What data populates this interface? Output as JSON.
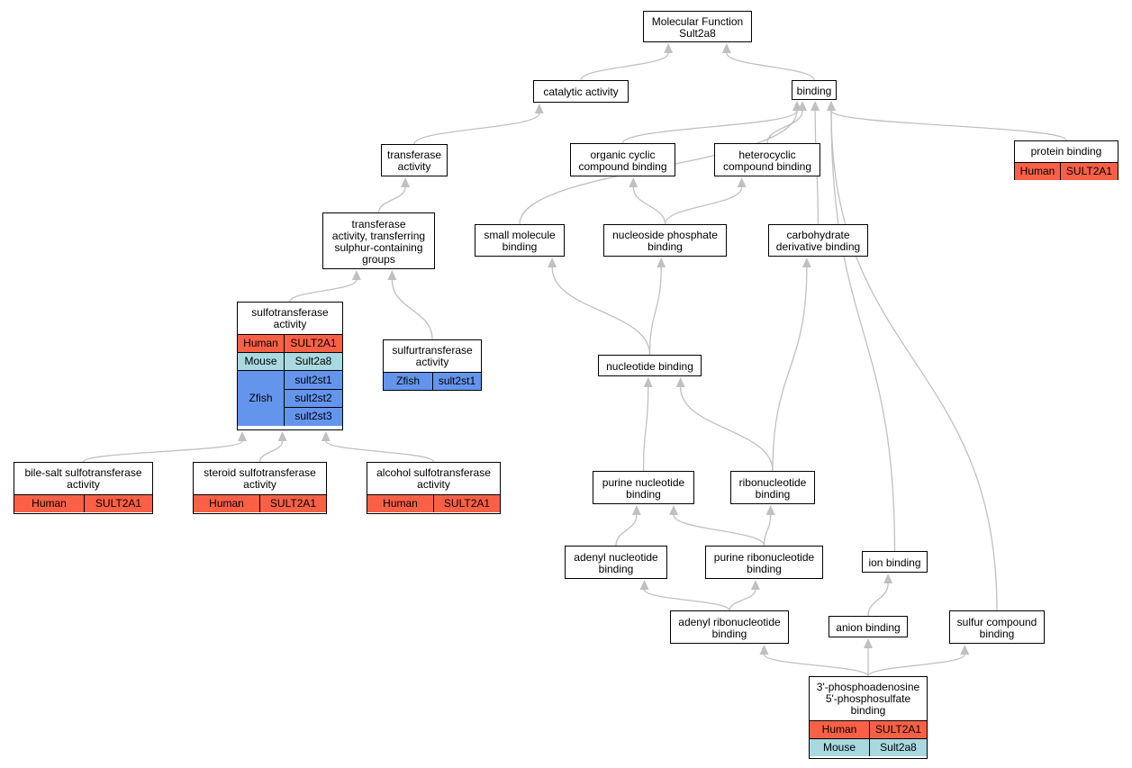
{
  "colors": {
    "edge": "#c0c0c0",
    "human": "#fa6046",
    "mouse": "#a8d8e0",
    "zfish": "#6495ed"
  },
  "nodes": {
    "root": {
      "label": "Molecular Function\nSult2a8"
    },
    "catalytic": {
      "label": "catalytic activity"
    },
    "binding": {
      "label": "binding"
    },
    "transferase": {
      "label": "transferase\nactivity"
    },
    "transferase_sulfur": {
      "label": "transferase\nactivity, transferring\nsulphur-containing\ngroups"
    },
    "sulfotransferase": {
      "label": "sulfotransferase\nactivity",
      "annotations": [
        {
          "species": "Human",
          "genes": [
            "SULT2A1"
          ],
          "color": "human"
        },
        {
          "species": "Mouse",
          "genes": [
            "Sult2a8"
          ],
          "color": "mouse"
        },
        {
          "species": "Zfish",
          "genes": [
            "sult2st1",
            "sult2st2",
            "sult2st3"
          ],
          "color": "zfish"
        }
      ]
    },
    "sulfurtransferase": {
      "label": "sulfurtransferase\nactivity",
      "annotations": [
        {
          "species": "Zfish",
          "genes": [
            "sult2st1"
          ],
          "color": "zfish"
        }
      ]
    },
    "bile_salt": {
      "label": "bile-salt sulfotransferase\nactivity",
      "annotations": [
        {
          "species": "Human",
          "genes": [
            "SULT2A1"
          ],
          "color": "human"
        }
      ]
    },
    "steroid": {
      "label": "steroid sulfotransferase\nactivity",
      "annotations": [
        {
          "species": "Human",
          "genes": [
            "SULT2A1"
          ],
          "color": "human"
        }
      ]
    },
    "alcohol": {
      "label": "alcohol sulfotransferase\nactivity",
      "annotations": [
        {
          "species": "Human",
          "genes": [
            "SULT2A1"
          ],
          "color": "human"
        }
      ]
    },
    "organic_cyclic": {
      "label": "organic cyclic\ncompound binding"
    },
    "heterocyclic": {
      "label": "heterocyclic\ncompound binding"
    },
    "protein_binding": {
      "label": "protein binding",
      "annotations": [
        {
          "species": "Human",
          "genes": [
            "SULT2A1"
          ],
          "color": "human"
        }
      ]
    },
    "small_molecule": {
      "label": "small molecule\nbinding"
    },
    "nucleoside_phosphate": {
      "label": "nucleoside phosphate\nbinding"
    },
    "carbohydrate_derivative": {
      "label": "carbohydrate\nderivative binding"
    },
    "nucleotide": {
      "label": "nucleotide binding"
    },
    "purine_nucleotide": {
      "label": "purine nucleotide\nbinding"
    },
    "ribonucleotide": {
      "label": "ribonucleotide\nbinding"
    },
    "adenyl_nucleotide": {
      "label": "adenyl nucleotide\nbinding"
    },
    "purine_ribonucleotide": {
      "label": "purine ribonucleotide\nbinding"
    },
    "ion_binding": {
      "label": "ion binding"
    },
    "adenyl_ribonucleotide": {
      "label": "adenyl ribonucleotide\nbinding"
    },
    "anion_binding": {
      "label": "anion binding"
    },
    "sulfur_compound": {
      "label": "sulfur compound\nbinding"
    },
    "paps_binding": {
      "label": "3'-phosphoadenosine\n5'-phosphosulfate\nbinding",
      "annotations": [
        {
          "species": "Human",
          "genes": [
            "SULT2A1"
          ],
          "color": "human"
        },
        {
          "species": "Mouse",
          "genes": [
            "Sult2a8"
          ],
          "color": "mouse"
        }
      ]
    }
  },
  "edges": [
    [
      "catalytic",
      "root"
    ],
    [
      "binding",
      "root"
    ],
    [
      "transferase",
      "catalytic"
    ],
    [
      "transferase_sulfur",
      "transferase"
    ],
    [
      "sulfotransferase",
      "transferase_sulfur"
    ],
    [
      "sulfurtransferase",
      "transferase_sulfur"
    ],
    [
      "bile_salt",
      "sulfotransferase"
    ],
    [
      "steroid",
      "sulfotransferase"
    ],
    [
      "alcohol",
      "sulfotransferase"
    ],
    [
      "organic_cyclic",
      "binding"
    ],
    [
      "heterocyclic",
      "binding"
    ],
    [
      "protein_binding",
      "binding"
    ],
    [
      "small_molecule",
      "binding"
    ],
    [
      "carbohydrate_derivative",
      "binding"
    ],
    [
      "ion_binding",
      "binding"
    ],
    [
      "sulfur_compound",
      "binding"
    ],
    [
      "nucleoside_phosphate",
      "organic_cyclic"
    ],
    [
      "nucleoside_phosphate",
      "heterocyclic"
    ],
    [
      "nucleotide",
      "small_molecule"
    ],
    [
      "nucleotide",
      "nucleoside_phosphate"
    ],
    [
      "purine_nucleotide",
      "nucleotide"
    ],
    [
      "ribonucleotide",
      "nucleotide"
    ],
    [
      "ribonucleotide",
      "carbohydrate_derivative"
    ],
    [
      "adenyl_nucleotide",
      "purine_nucleotide"
    ],
    [
      "purine_ribonucleotide",
      "purine_nucleotide"
    ],
    [
      "purine_ribonucleotide",
      "ribonucleotide"
    ],
    [
      "adenyl_ribonucleotide",
      "adenyl_nucleotide"
    ],
    [
      "adenyl_ribonucleotide",
      "purine_ribonucleotide"
    ],
    [
      "anion_binding",
      "ion_binding"
    ],
    [
      "paps_binding",
      "adenyl_ribonucleotide"
    ],
    [
      "paps_binding",
      "anion_binding"
    ],
    [
      "paps_binding",
      "sulfur_compound"
    ]
  ]
}
